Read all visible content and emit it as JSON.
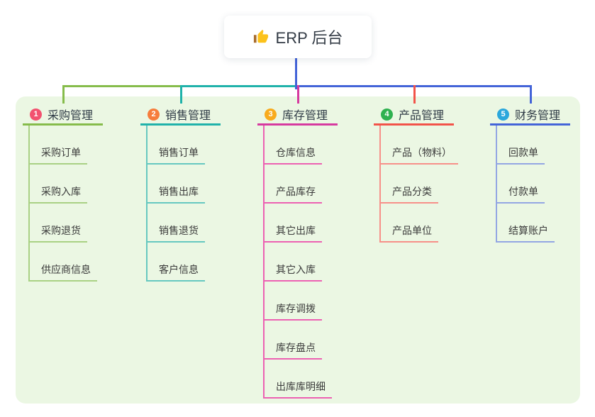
{
  "root": {
    "title": "ERP 后台",
    "icon": "thumbs-up-icon"
  },
  "panel_color": "#ebf7e3",
  "connector": {
    "root_stem_color": "#4464d8"
  },
  "branches": [
    {
      "num": "1",
      "title": "采购管理",
      "color": "#86bc4b",
      "light_color": "#a9d184",
      "badge_color": "#f25270",
      "children": [
        "采购订单",
        "采购入库",
        "采购退货",
        "供应商信息"
      ]
    },
    {
      "num": "2",
      "title": "销售管理",
      "color": "#20b2aa",
      "light_color": "#66c8c0",
      "badge_color": "#f67d3c",
      "children": [
        "销售订单",
        "销售出库",
        "销售退货",
        "客户信息"
      ]
    },
    {
      "num": "3",
      "title": "库存管理",
      "color": "#d63a9f",
      "light_color": "#ec61b2",
      "badge_color": "#f8ab1d",
      "children": [
        "仓库信息",
        "产品库存",
        "其它出库",
        "其它入库",
        "库存调拨",
        "库存盘点",
        "出库库明细"
      ]
    },
    {
      "num": "4",
      "title": "产品管理",
      "color": "#f25349",
      "light_color": "#f79089",
      "badge_color": "#2fb150",
      "children": [
        "产品（物料）",
        "产品分类",
        "产品单位"
      ]
    },
    {
      "num": "5",
      "title": "财务管理",
      "color": "#4464d8",
      "light_color": "#93a6e3",
      "badge_color": "#2ba7dc",
      "children": [
        "回款单",
        "付款单",
        "结算账户"
      ]
    }
  ]
}
